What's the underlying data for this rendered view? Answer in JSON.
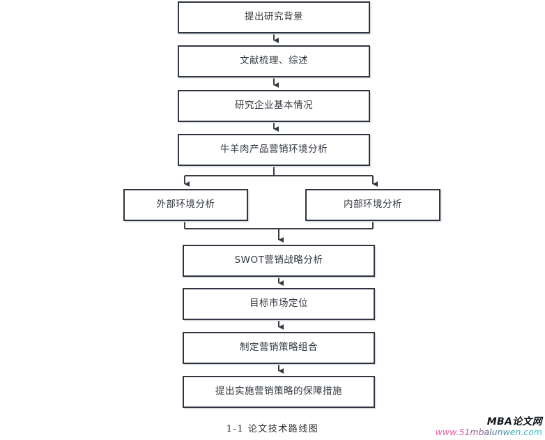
{
  "figure": {
    "caption": "1-1  论文技术路线图",
    "background_color": "#ffffff",
    "box_border_color": "#2f3540",
    "text_color": "#33383f",
    "connector_color": "#3a3f47"
  },
  "chart_data": {
    "type": "diagram",
    "diagram_kind": "flowchart",
    "title": "1-1  论文技术路线图",
    "orientation": "top-to-bottom",
    "nodes": [
      {
        "id": "n1",
        "label": "提出研究背景",
        "shape": "rectangle",
        "column": "center"
      },
      {
        "id": "n2",
        "label": "文献梳理、综述",
        "shape": "rectangle",
        "column": "center"
      },
      {
        "id": "n3",
        "label": "研究企业基本情况",
        "shape": "rectangle",
        "column": "center"
      },
      {
        "id": "n4",
        "label": "牛羊肉产品营销环境分析",
        "shape": "rectangle",
        "column": "center"
      },
      {
        "id": "n5",
        "label": "外部环境分析",
        "shape": "rectangle",
        "column": "left"
      },
      {
        "id": "n6",
        "label": "内部环境分析",
        "shape": "rectangle",
        "column": "right"
      },
      {
        "id": "n7",
        "label": "SWOT营销战略分析",
        "shape": "rectangle",
        "column": "center"
      },
      {
        "id": "n8",
        "label": "目标市场定位",
        "shape": "rectangle",
        "column": "center"
      },
      {
        "id": "n9",
        "label": "制定营销策略组合",
        "shape": "rectangle",
        "column": "center"
      },
      {
        "id": "n10",
        "label": "提出实施营销策略的保障措施",
        "shape": "rectangle",
        "column": "center"
      }
    ],
    "edges": [
      {
        "from": "n1",
        "to": "n2",
        "style": "arrow"
      },
      {
        "from": "n2",
        "to": "n3",
        "style": "arrow"
      },
      {
        "from": "n3",
        "to": "n4",
        "style": "arrow"
      },
      {
        "from": "n4",
        "to": "n5",
        "style": "arrow-split"
      },
      {
        "from": "n4",
        "to": "n6",
        "style": "arrow-split"
      },
      {
        "from": "n5",
        "to": "n7",
        "style": "arrow-merge"
      },
      {
        "from": "n6",
        "to": "n7",
        "style": "arrow-merge"
      },
      {
        "from": "n7",
        "to": "n8",
        "style": "arrow"
      },
      {
        "from": "n8",
        "to": "n9",
        "style": "arrow"
      },
      {
        "from": "n9",
        "to": "n10",
        "style": "arrow"
      }
    ]
  },
  "watermark": {
    "brand": "MBA论文网",
    "url": "www.51mbalunwen.com"
  }
}
